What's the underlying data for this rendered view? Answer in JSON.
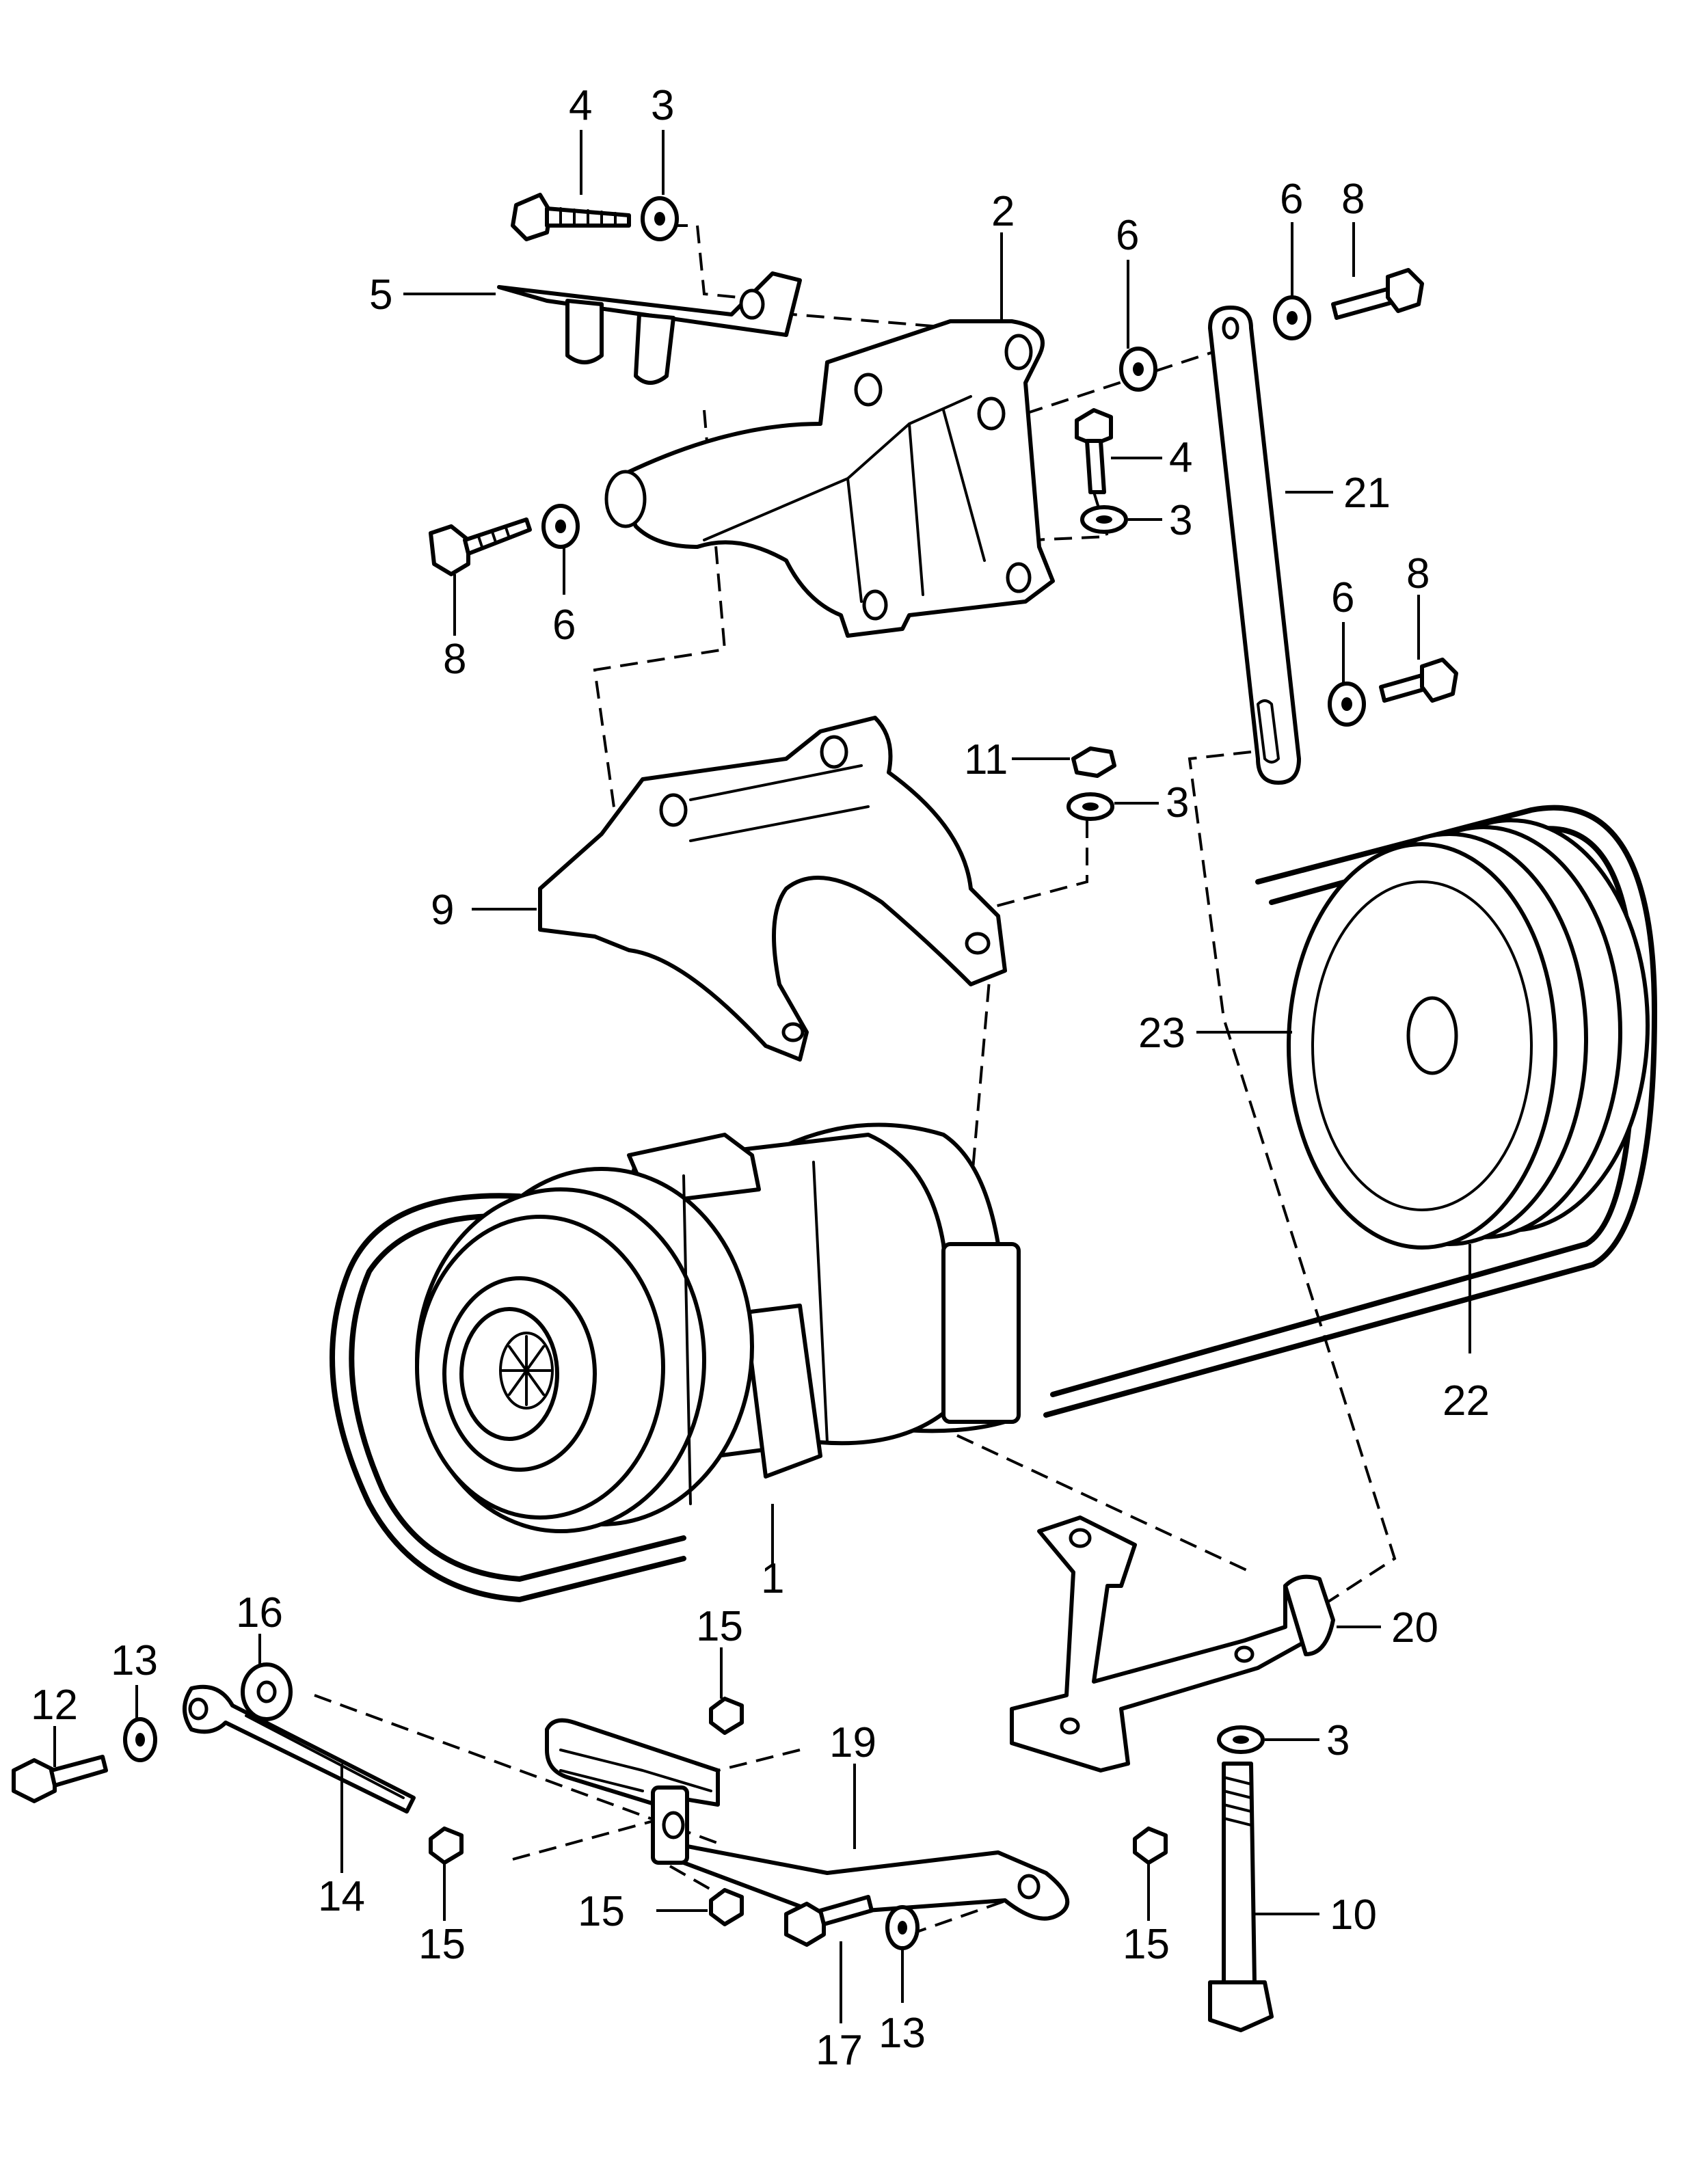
{
  "callouts": [
    {
      "id": "c1",
      "text": "1"
    },
    {
      "id": "c2",
      "text": "2"
    },
    {
      "id": "c3a",
      "text": "3"
    },
    {
      "id": "c3b",
      "text": "3"
    },
    {
      "id": "c3c",
      "text": "3"
    },
    {
      "id": "c3d",
      "text": "3"
    },
    {
      "id": "c4a",
      "text": "4"
    },
    {
      "id": "c4b",
      "text": "4"
    },
    {
      "id": "c5",
      "text": "5"
    },
    {
      "id": "c6a",
      "text": "6"
    },
    {
      "id": "c6b",
      "text": "6"
    },
    {
      "id": "c6c",
      "text": "6"
    },
    {
      "id": "c6d",
      "text": "6"
    },
    {
      "id": "c8a",
      "text": "8"
    },
    {
      "id": "c8b",
      "text": "8"
    },
    {
      "id": "c8c",
      "text": "8"
    },
    {
      "id": "c9",
      "text": "9"
    },
    {
      "id": "c10",
      "text": "10"
    },
    {
      "id": "c11",
      "text": "11"
    },
    {
      "id": "c12",
      "text": "12"
    },
    {
      "id": "c13a",
      "text": "13"
    },
    {
      "id": "c13b",
      "text": "13"
    },
    {
      "id": "c14",
      "text": "14"
    },
    {
      "id": "c15a",
      "text": "15"
    },
    {
      "id": "c15b",
      "text": "15"
    },
    {
      "id": "c15c",
      "text": "15"
    },
    {
      "id": "c15d",
      "text": "15"
    },
    {
      "id": "c16",
      "text": "16"
    },
    {
      "id": "c17",
      "text": "17"
    },
    {
      "id": "c19",
      "text": "19"
    },
    {
      "id": "c20",
      "text": "20"
    },
    {
      "id": "c21",
      "text": "21"
    },
    {
      "id": "c22",
      "text": "22"
    },
    {
      "id": "c23",
      "text": "23"
    }
  ]
}
